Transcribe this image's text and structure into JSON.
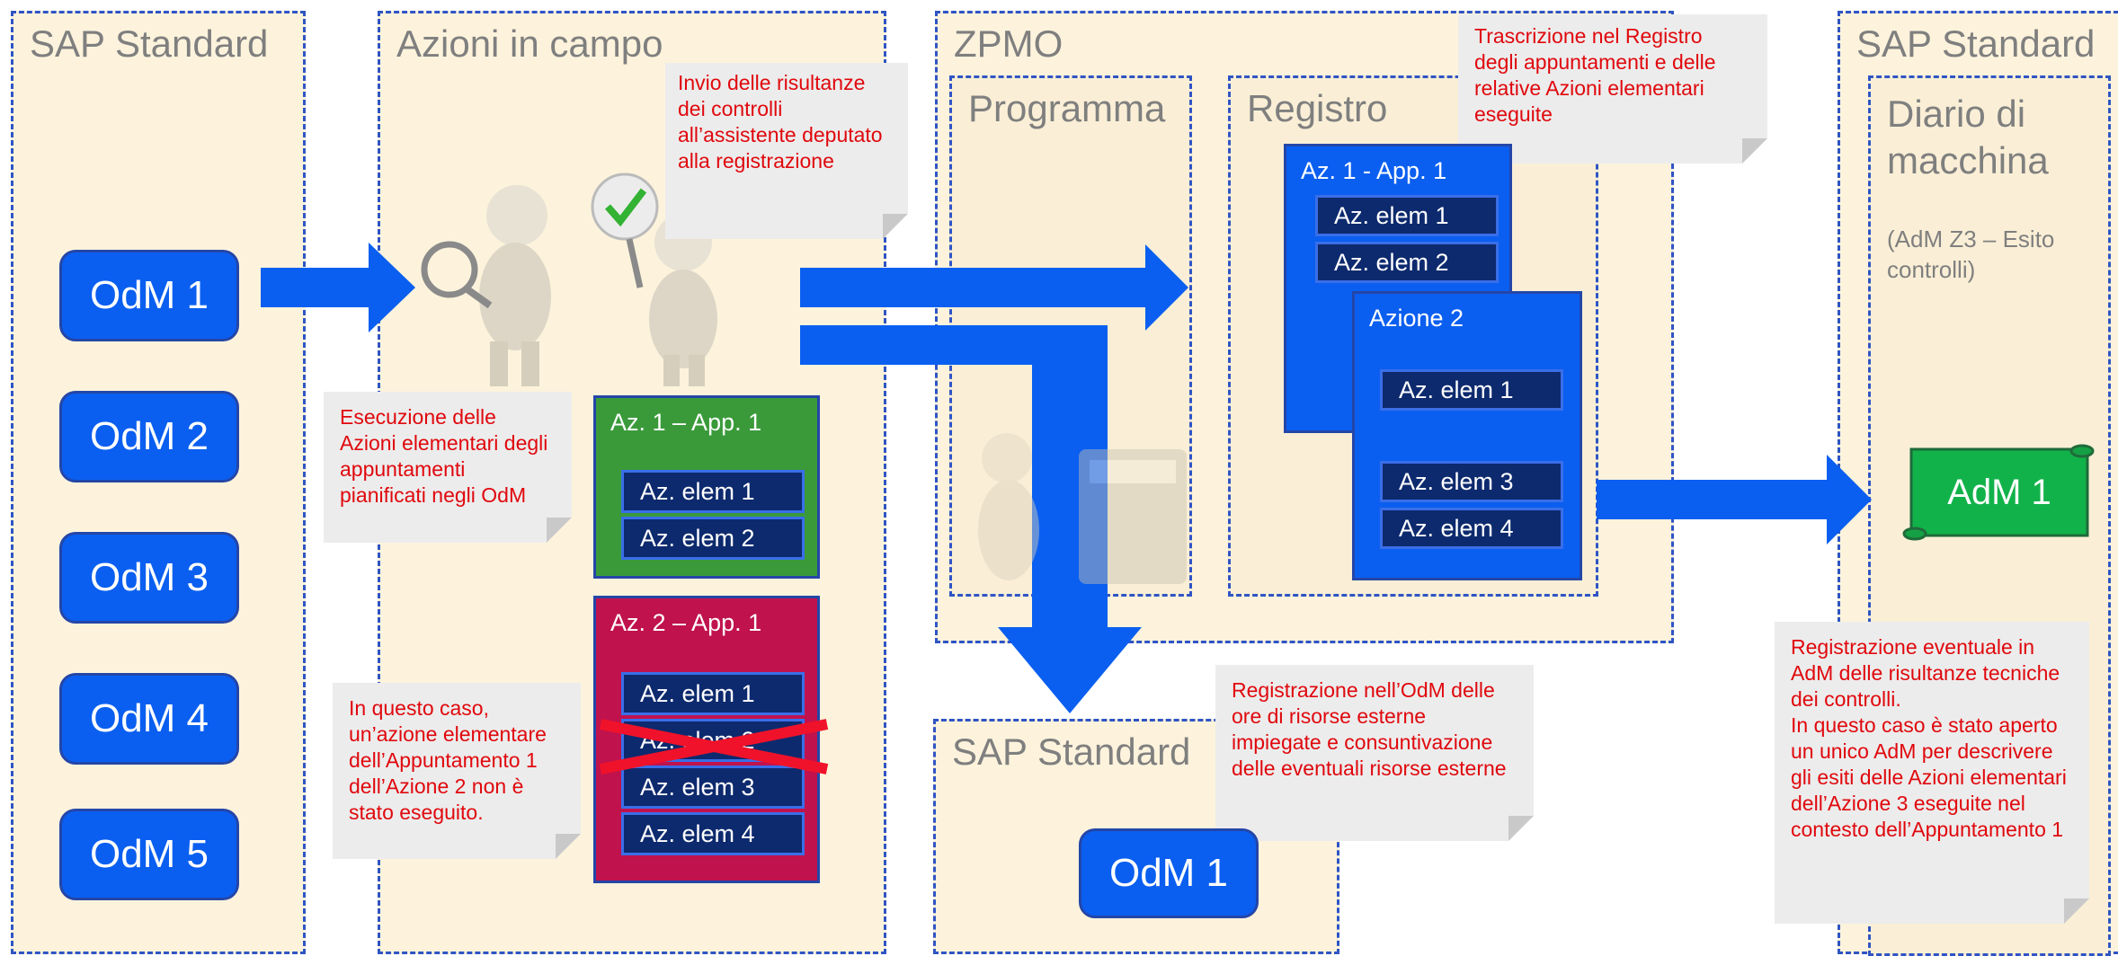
{
  "zones": {
    "sap_left": "SAP Standard",
    "azioni": "Azioni in campo",
    "zpmo": "ZPMO",
    "programma": "Programma",
    "registro": "Registro",
    "sap_bottom": "SAP Standard",
    "sap_right": "SAP Standard",
    "diario": "Diario di macchina",
    "diario_sub": "(AdM Z3 – Esito controlli)"
  },
  "odm_list": [
    "OdM 1",
    "OdM 2",
    "OdM 3",
    "OdM 4",
    "OdM 5"
  ],
  "odm_bottom": "OdM 1",
  "adm": "AdM 1",
  "notes": {
    "invio": "Invio delle risultanze dei controlli all’assistente deputato alla registrazione",
    "esecuzione": "Esecuzione delle Azioni elementari degli appuntamenti pianificati negli OdM",
    "caso": "In questo caso, un’azione elementare dell’Appuntamento 1 dell’Azione 2 non è stato eseguito.",
    "trascrizione": "Trascrizione nel Registro degli appuntamenti e delle relative Azioni elementari eseguite",
    "registrazione_odm": "Registrazione nell’OdM delle ore di risorse esterne impiegate e consuntivazione delle eventuali risorse esterne",
    "registrazione_adm": "Registrazione eventuale in AdM delle risultanze tecniche dei controlli.\nIn questo caso è stato aperto un unico AdM per descrivere gli esiti delle Azioni elementari dell’Azione  3 eseguite nel contesto dell’Appuntamento 1"
  },
  "box_az1": {
    "title": "Az. 1 – App. 1",
    "elems": [
      "Az. elem 1",
      "Az. elem 2"
    ]
  },
  "box_az2": {
    "title": "Az. 2 – App. 1",
    "elems": [
      "Az. elem 1",
      "Az. elem 2",
      "Az. elem 3",
      "Az. elem 4"
    ]
  },
  "reg_az1": {
    "title": "Az. 1 - App. 1",
    "elems": [
      "Az. elem 1",
      "Az. elem 2"
    ]
  },
  "reg_az2": {
    "title": "Azione 2",
    "elems": [
      "Az. elem 1",
      "Az. elem 3",
      "Az. elem 4"
    ]
  },
  "colors": {
    "odm": "#0a5ff0",
    "green_box": "#3a9a3a",
    "red_box": "#c0124d",
    "adm": "#12b24a",
    "note_text": "#e0080d",
    "zone_border": "#2f55c4"
  }
}
